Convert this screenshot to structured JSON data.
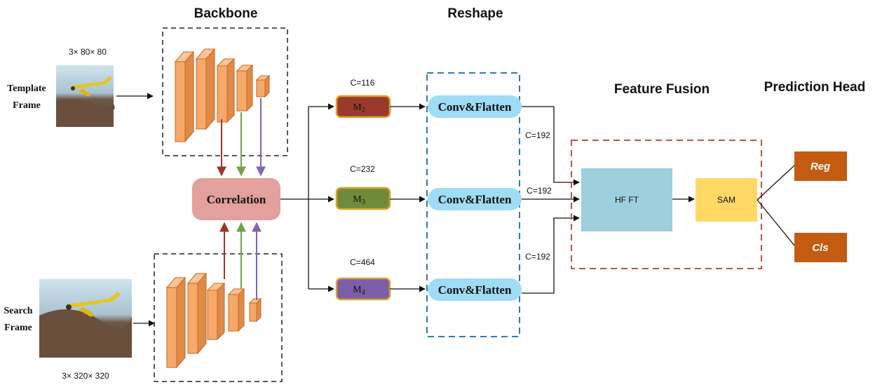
{
  "headers": {
    "backbone": "Backbone",
    "reshape": "Reshape",
    "feature_fusion": "Feature Fusion",
    "prediction_head": "Prediction Head"
  },
  "inputs": {
    "template_size": "3× 80× 80",
    "template_label_1": "Template",
    "template_label_2": "Frame",
    "search_size": "3× 320× 320",
    "search_label_1": "Search",
    "search_label_2": "Frame"
  },
  "correlation": "Correlation",
  "modules": [
    {
      "channels": "C=116",
      "label": "M",
      "sub": "2"
    },
    {
      "channels": "C=232",
      "label": "M",
      "sub": "3"
    },
    {
      "channels": "C=464",
      "label": "M",
      "sub": "4"
    }
  ],
  "conv_flatten": [
    "Conv&Flatten",
    "Conv&Flatten",
    "Conv&Flatten"
  ],
  "fusion_channels": [
    "C=192",
    "C=192",
    "C=192"
  ],
  "hfft": "HF FT",
  "sam": "SAM",
  "outputs": {
    "reg": "Reg",
    "cls": "Cls"
  },
  "colors": {
    "block_fill": "#f6a96b",
    "block_stroke": "#c9661f",
    "correlation_fill": "#e3a09c",
    "m2": "#9a3a2c",
    "m3": "#6e8b3c",
    "m4": "#7b5ea7",
    "module_border": "#d9a230",
    "conv_fill": "#9fdcf5",
    "hfft": "#9ecfdc",
    "sam": "#ffd866",
    "output": "#c55a11",
    "arrow_red": "#a0342a",
    "arrow_green": "#74a14a",
    "arrow_purple": "#8464b6",
    "reshape_border": "#2f78b8",
    "fusion_border": "#c0504d"
  }
}
